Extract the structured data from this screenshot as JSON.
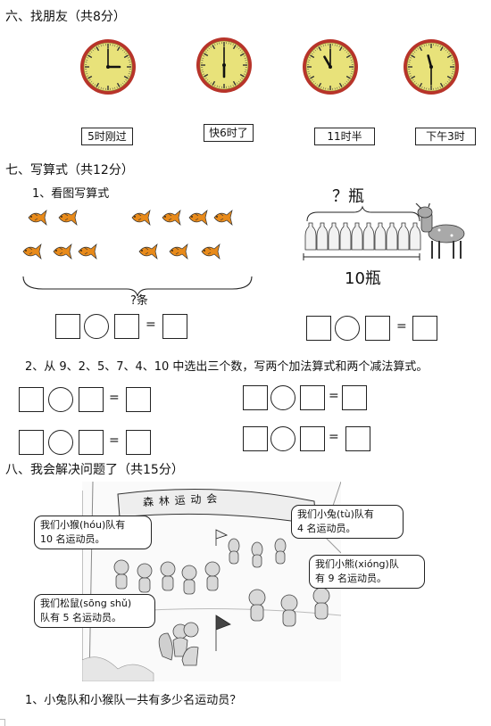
{
  "section6": {
    "title": "六、找朋友（共8分）",
    "clocks": [
      {
        "hour": 3,
        "minute": 0
      },
      {
        "hour": 6,
        "minute": 0
      },
      {
        "hour": 11,
        "minute": 0
      },
      {
        "hour": 11,
        "minute": 30
      }
    ],
    "labels": [
      "5时刚过",
      "快6时了",
      "11时半",
      "下午3时"
    ]
  },
  "section7": {
    "title": "七、写算式（共12分）",
    "q1": {
      "title": "1、看图写算式",
      "brace_label": "?条",
      "bottle_question": "？瓶",
      "bottle_total": "10瓶"
    },
    "q2": {
      "title": "2、从 9、2、5、7、4、10 中选出三个数，写两个加法算式和两个减法算式。"
    },
    "equals": "="
  },
  "section8": {
    "title": "八、我会解决问题了（共15分）",
    "banner": "森 林 运 动 会",
    "bubbles": [
      {
        "line1": "我们小猴(hóu)队有",
        "line2": "10 名运动员。"
      },
      {
        "line1": "我们小兔(tù)队有",
        "line2": "4 名运动员。"
      },
      {
        "line1": "我们小熊(xióng)队",
        "line2": "有 9 名运动员。"
      },
      {
        "line1": "我们松鼠(sōng shǔ)",
        "line2": "队有 5 名运动员。"
      }
    ],
    "q1": "1、小兔队和小猴队一共有多少名运动员？"
  },
  "colors": {
    "clock_face": "#e8e27a",
    "clock_rim": "#b8342a",
    "fish": "#e88a1a"
  }
}
